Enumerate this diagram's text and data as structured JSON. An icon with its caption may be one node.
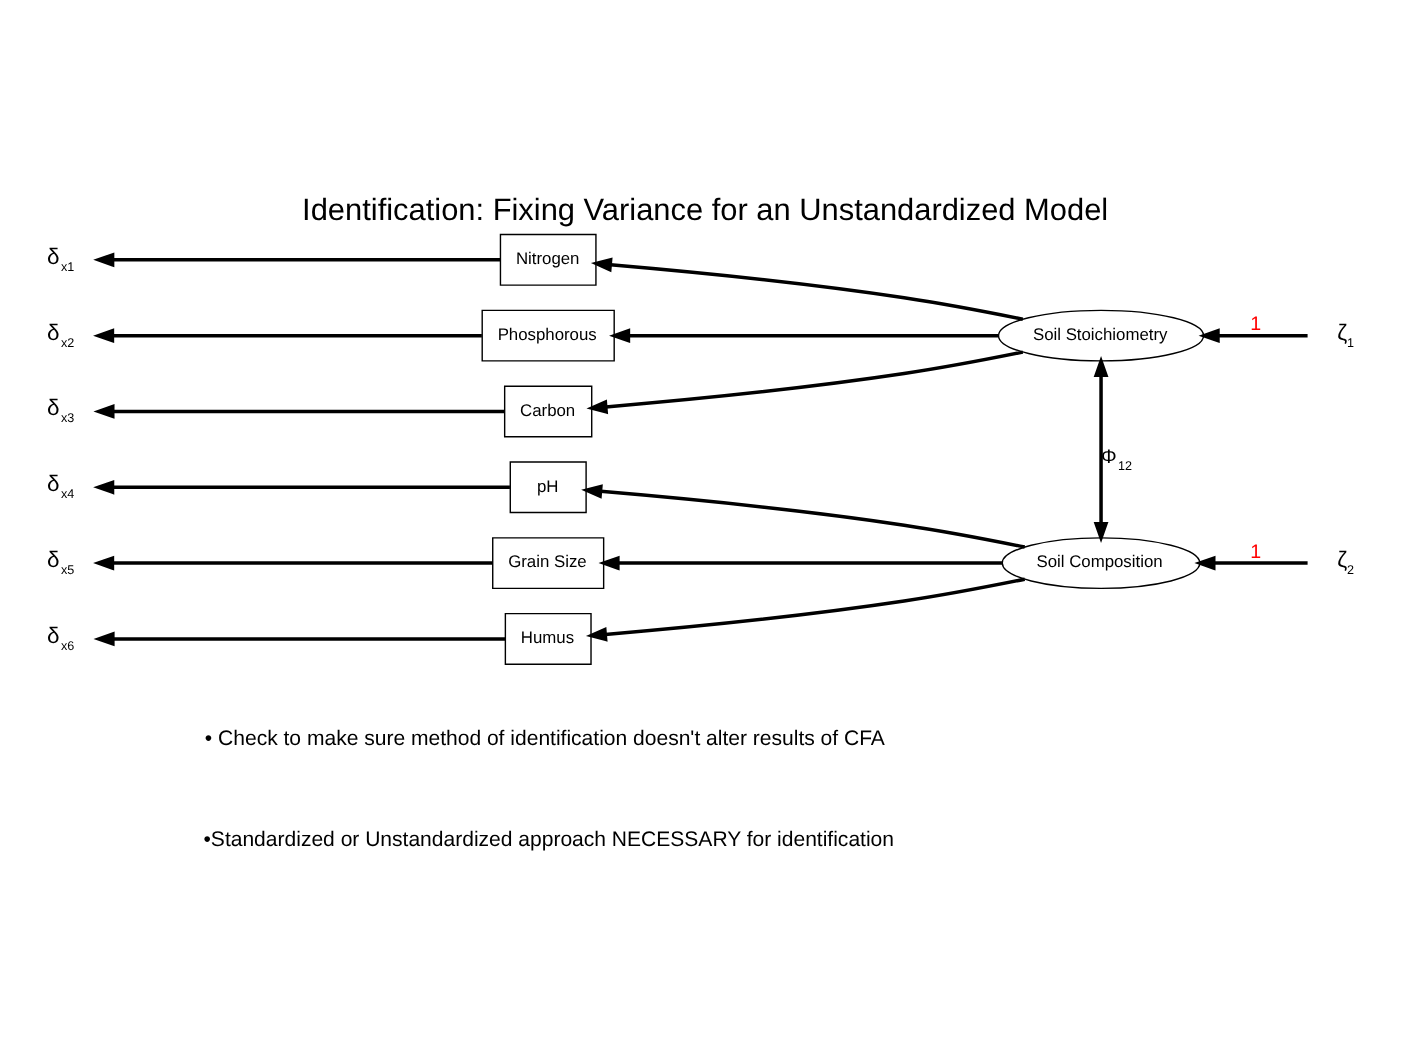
{
  "diagram": {
    "title": "Identification: Fixing Variance for an Unstandardized Model",
    "nodes": [
      {
        "text": [
          "δ$_{x1}$"
        ]
      },
      {
        "text": [
          "Nitrogen"
        ]
      },
      {
        "text": [
          "ζ$_{1}$"
        ]
      },
      {
        "text": [
          "δ$_{x2}$"
        ]
      },
      {
        "text": [
          "Phosphorous"
        ]
      },
      {
        "text": [
          "Soil Stoichiometry"
        ]
      },
      {
        "text": [
          "δ$_{x3}$"
        ]
      },
      {
        "text": [
          "Carbon"
        ]
      },
      {
        "text": [
          "δ$_{x4}$"
        ]
      },
      {
        "text": [
          "pH"
        ]
      },
      {
        "text": [
          "δ$_{x5}$"
        ]
      },
      {
        "text": [
          "Grain Size"
        ]
      },
      {
        "text": [
          "Soil Composition"
        ]
      },
      {
        "text": [
          "δ$_{x6}$"
        ]
      },
      {
        "text": [
          "Humus"
        ]
      },
      {
        "text": [
          "ζ$_{2}$"
        ]
      }
    ],
    "edges": [
      {
        "from": 2,
        "to": 5,
        "arrow": "to",
        "label": "1"
      },
      {
        "from": 5,
        "to": 1,
        "arrow": "to"
      },
      {
        "from": 5,
        "to": 4,
        "arrow": "to"
      },
      {
        "from": 5,
        "to": 7,
        "arrow": "to"
      },
      {
        "from": 1,
        "to": 0,
        "arrow": "to"
      },
      {
        "from": 4,
        "to": 3,
        "arrow": "to"
      },
      {
        "from": 7,
        "to": 6,
        "arrow": "to"
      },
      {
        "from": 12,
        "to": 5,
        "arrow": "both",
        "label": "Φ$_{12}$"
      },
      {
        "from": 15,
        "to": 12,
        "arrow": "to",
        "label": "1"
      },
      {
        "from": 12,
        "to": 9,
        "arrow": "to"
      },
      {
        "from": 12,
        "to": 11,
        "arrow": "to"
      },
      {
        "from": 12,
        "to": 14,
        "arrow": "to"
      },
      {
        "from": 9,
        "to": 8,
        "arrow": "to"
      },
      {
        "from": 11,
        "to": 10,
        "arrow": "to"
      },
      {
        "from": 14,
        "to": 13,
        "arrow": "to"
      }
    ],
    "labels": [
      "• Check to make sure method of identification doesn't alter results of CFA",
      "•Standardized or Unstandardized approach NECESSARY for identification"
    ]
  }
}
